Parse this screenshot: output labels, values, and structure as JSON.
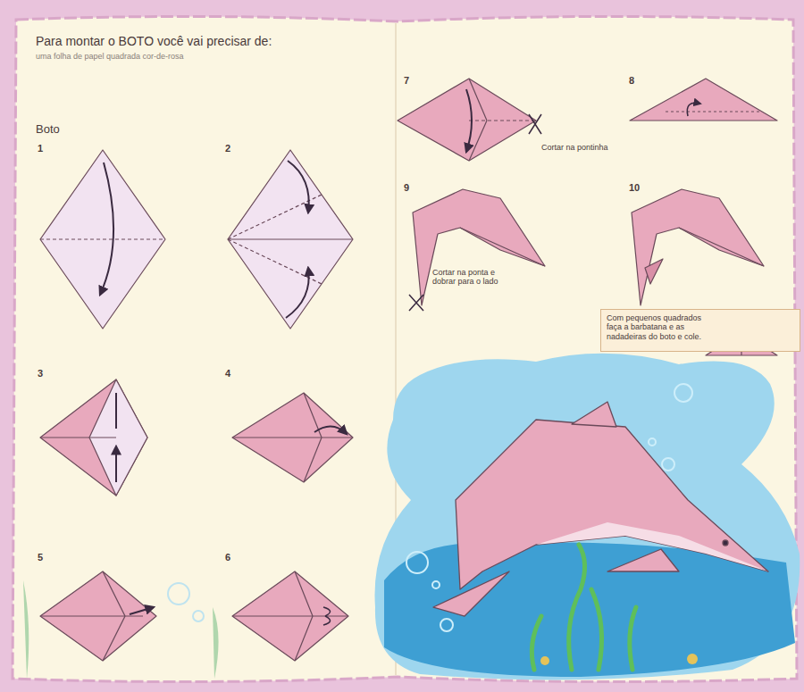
{
  "diagram": {
    "title": "Para montar o BOTO você vai precisar de:",
    "nodes": [
      {
        "text": [
          "Com pequenos quadrados faça a barbatana e as nadadeiras do boto e cole."
        ]
      }
    ],
    "labels": [
      "uma folha de papel quadrada cor-de-rosa",
      "Boto",
      "1",
      "2",
      "3",
      "4",
      "5",
      "6",
      "7",
      "8",
      "9",
      "10",
      "Cortar na pontinha",
      "Cortar na ponta e dobrar para o lado"
    ]
  }
}
